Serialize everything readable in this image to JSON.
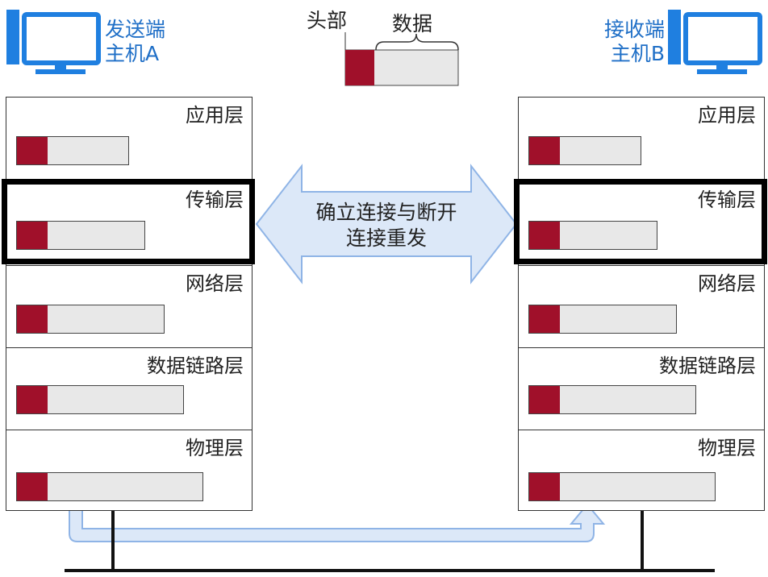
{
  "sender": {
    "line1": "发送端",
    "line2": "主机A"
  },
  "receiver": {
    "line1": "接收端",
    "line2": "主机B"
  },
  "packet_legend": {
    "header_label": "头部",
    "data_label": "数据"
  },
  "layers": [
    "应用层",
    "传输层",
    "网络层",
    "数据链路层",
    "物理层"
  ],
  "center_arrow": {
    "line1": "确立连接与断开",
    "line2": "连接重发"
  },
  "colors": {
    "header": "#a0102a",
    "data": "#e8e8e8",
    "arrow_fill": "#dce8f8",
    "arrow_stroke": "#8fb4e6",
    "host_icon": "#1f7fe0"
  }
}
